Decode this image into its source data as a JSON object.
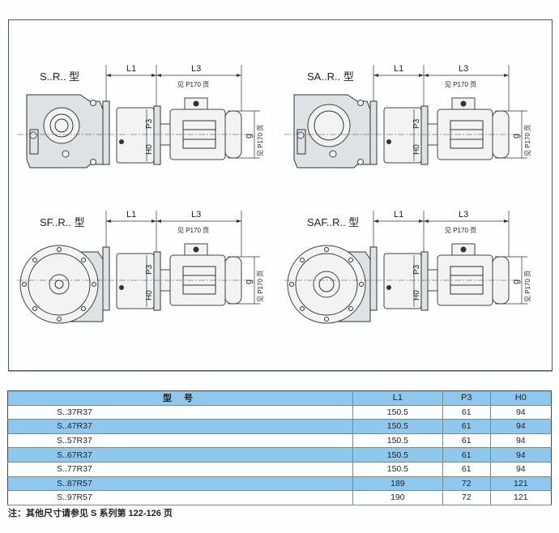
{
  "drawings": [
    {
      "type_label": "S..R.. 型",
      "gearbox": "S",
      "hollow_shaft": false,
      "flange": false
    },
    {
      "type_label": "SA..R.. 型",
      "gearbox": "SA",
      "hollow_shaft": true,
      "flange": false
    },
    {
      "type_label": "SF..R.. 型",
      "gearbox": "SF",
      "hollow_shaft": false,
      "flange": true
    },
    {
      "type_label": "SAF..R.. 型",
      "gearbox": "SAF",
      "hollow_shaft": true,
      "flange": true
    }
  ],
  "dims": {
    "l1": "L1",
    "l3": "L3",
    "see_page": "见 P170 页",
    "p3": "P3",
    "h0": "H0",
    "g": "g"
  },
  "table": {
    "headers": [
      "型 号",
      "L1",
      "P3",
      "H0"
    ],
    "rows": [
      [
        "S..37R37",
        "150.5",
        "61",
        "94"
      ],
      [
        "S..47R37",
        "150.5",
        "61",
        "94"
      ],
      [
        "S..57R37",
        "150.5",
        "61",
        "94"
      ],
      [
        "S..67R37",
        "150.5",
        "61",
        "94"
      ],
      [
        "S..77R37",
        "150.5",
        "61",
        "94"
      ],
      [
        "S..87R57",
        "189",
        "72",
        "121"
      ],
      [
        "S..97R57",
        "190",
        "72",
        "121"
      ]
    ]
  },
  "note": "注：其他尺寸请参见 S 系列第 122-126 页",
  "colors": {
    "table_highlight": "#8ec8ee",
    "border": "#3a4a4a"
  }
}
